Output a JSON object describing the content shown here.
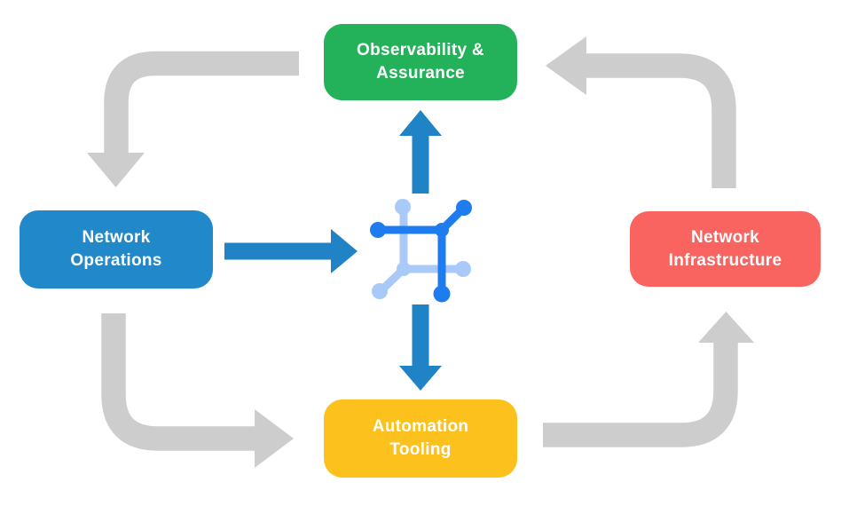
{
  "diagram": {
    "type": "cycle-flow",
    "nodes": {
      "observability": {
        "label": "Observability & Assurance",
        "line1": "Observability &",
        "line2": "Assurance",
        "color": "#23b15a",
        "position": "top"
      },
      "operations": {
        "label": "Network Operations",
        "line1": "Network",
        "line2": "Operations",
        "color": "#2189ca",
        "position": "left"
      },
      "infrastructure": {
        "label": "Network Infrastructure",
        "line1": "Network",
        "line2": "Infrastructure",
        "color": "#f96461",
        "position": "right"
      },
      "automation": {
        "label": "Automation Tooling",
        "line1": "Automation",
        "line2": "Tooling",
        "color": "#fcc11d",
        "position": "bottom"
      }
    },
    "center_icon": "network-mesh-icon",
    "cycle_arrows": [
      {
        "from": "observability",
        "to": "operations",
        "direction": "left-then-down"
      },
      {
        "from": "operations",
        "to": "automation",
        "direction": "down-then-right"
      },
      {
        "from": "automation",
        "to": "infrastructure",
        "direction": "right-then-up"
      },
      {
        "from": "infrastructure",
        "to": "observability",
        "direction": "up-then-left"
      }
    ],
    "center_arrows": [
      {
        "from": "operations",
        "to": "center",
        "direction": "right"
      },
      {
        "from": "center",
        "to": "observability",
        "direction": "up"
      },
      {
        "from": "center",
        "to": "automation",
        "direction": "down"
      }
    ]
  },
  "colors": {
    "background": "#ffffff",
    "box_green": "#23b15a",
    "box_blue": "#2189ca",
    "box_red": "#f96461",
    "box_yellow": "#fcc11d",
    "arrow_gray": "#cdcdcd",
    "arrow_blue": "#2083c5",
    "icon_dark_blue": "#1e7cee",
    "icon_light_blue": "#a9c9f8",
    "label_text": "#ffffff"
  }
}
